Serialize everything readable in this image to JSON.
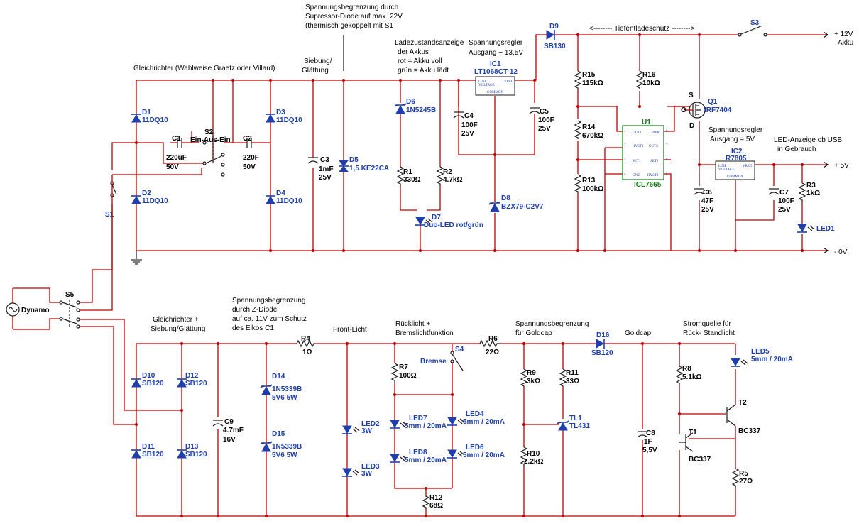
{
  "top": {
    "rail_12v": "+ 12V",
    "rail_akku": "Akku",
    "rail_5v": "+ 5V",
    "rail_0v": "- 0V",
    "gleichrichter_note": "Gleichrichter (Wahlweise Graetz oder  Villard)",
    "siebung_1": "Siebung/",
    "siebung_2": "Glättung",
    "suppressor_1": "Spannungsbegrenzung durch",
    "suppressor_2": "Supressor-Diode auf max. 22V",
    "suppressor_3": "(thermisch gekoppelt mit S1",
    "ladezustand_1": "Ladezustandsanzeige",
    "ladezustand_2": "der Akkus",
    "ladezustand_3": "rot = Akku voll",
    "ladezustand_4": "grün = Akku lädt",
    "regler_1": "Spannungsregler",
    "regler_2": "Ausgang ~ 13,5V",
    "tiefentlade": "<--------  Tiefentladeschutz  -------->",
    "regler5_1": "Spannungsregler",
    "regler5_2": "Ausgang = 5V",
    "led_usb_1": "LED-Anzeige ob USB",
    "led_usb_2": "in Gebrauch",
    "ic_line": "LINE",
    "ic_voltage": "VOLTAGE",
    "ic_vreg": "VREG",
    "ic_common": "COMMON"
  },
  "top_parts": {
    "d1": "D1",
    "d1v": "11DQ10",
    "d2": "D2",
    "d2v": "11DQ10",
    "d3": "D3",
    "d3v": "11DQ10",
    "d4": "D4",
    "d4v": "11DQ10",
    "c1": "C1",
    "c1a": "220uF",
    "c1b": "50V",
    "c2": "C2",
    "c2a": "220F",
    "c2b": "50V",
    "s2": "S2",
    "s2v": "Ein-Aus-Ein",
    "s1": "S1",
    "c3": "C3",
    "c3a": "1mF",
    "c3b": "25V",
    "d5": "D5",
    "d5v": "1,5 KE22CA",
    "d6": "D6",
    "d6v": "1N5245B",
    "r1": "R1",
    "r1v": "330Ω",
    "r2": "R2",
    "r2v": "4.7kΩ",
    "d7": "D7",
    "d7v": "Duo-LED rot/grün",
    "ic1": "IC1",
    "ic1v": "LT1068CT-12",
    "c4": "C4",
    "c4a": "100F",
    "c4b": "25V",
    "c5": "C5",
    "c5a": "100F",
    "c5b": "25V",
    "d8": "D8",
    "d8v": "BZX79-C2V7",
    "d9": "D9",
    "d9v": "SB130",
    "r15": "R15",
    "r15v": "115kΩ",
    "r14": "R14",
    "r14v": "670kΩ",
    "r13": "R13",
    "r13v": "100kΩ",
    "r16": "R16",
    "r16v": "10kΩ",
    "u1": "U1",
    "u1v": "ICL7665",
    "u1_out1": "OUT1",
    "u1_pwr": "PWR",
    "u1_hyst1": "HYST1",
    "u1_out2": "OUT2",
    "u1_set1": "SET1",
    "u1_set2": "SET2",
    "u1_gnd": "GND",
    "u1_hyst2": "HYST2",
    "pin1": "1",
    "pin2": "2",
    "pin3": "3",
    "pin4": "4",
    "pin5": "5",
    "pin6": "6",
    "pin7": "7",
    "pin8": "8",
    "q1": "Q1",
    "q1v": "IRF7404",
    "q1_s": "S",
    "q1_g": "G",
    "q1_d": "D",
    "s3": "S3",
    "ic2": "IC2",
    "ic2v": "R7805",
    "c6": "C6",
    "c6a": "47F",
    "c6b": "25V",
    "c7": "C7",
    "c7a": "100F",
    "c7b": "25V",
    "r3": "R3",
    "r3v": "1kΩ",
    "led1": "LED1"
  },
  "bottom": {
    "dynamo": "Dynamo",
    "s5": "S5",
    "gleich_1": "Gleichrichter +",
    "gleich_2": "Siebung/Glättung",
    "zbeg_1": "Spannungsbegrenzung",
    "zbeg_2": "durch Z-Diode",
    "zbeg_3": "auf ca. 11V zum Schutz",
    "zbeg_4": "des Elkos C1",
    "front": "Front-Licht",
    "rueck_1": "Rücklicht +",
    "rueck_2": "Bremslichtfunktion",
    "goldcap_beg_1": "Spannungsbegrenzung",
    "goldcap_beg_2": "für Goldcap",
    "goldcap": "Goldcap",
    "strom_1": "Stromquelle für",
    "strom_2": "Rück- Standlicht"
  },
  "bottom_parts": {
    "d10": "D10",
    "d10v": "SB120",
    "d11": "D11",
    "d11v": "SB120",
    "d12": "D12",
    "d12v": "SB120",
    "d13": "D13",
    "d13v": "SB120",
    "c9": "C9",
    "c9a": "4.7mF",
    "c9b": "16V",
    "d14": "D14",
    "d14a": "1N5339B",
    "d14b": "5V6 5W",
    "d15": "D15",
    "d15a": "1N5339B",
    "d15b": "5V6 5W",
    "r4": "R4",
    "r4v": "1Ω",
    "led2": "LED2",
    "led2v": "3W",
    "led3": "LED3",
    "led3v": "3W",
    "r7": "R7",
    "r7v": "100Ω",
    "s4": "S4",
    "s4v": "Bremse",
    "led7": "LED7",
    "led7v": "5mm / 20mA",
    "led4": "LED4",
    "led4v": "5mm / 20mA",
    "led8": "LED8",
    "led8v": "5mm / 20mA",
    "led6": "LED6",
    "led6v": "5mm / 20mA",
    "r12": "R12",
    "r12v": "68Ω",
    "r6": "R6",
    "r6v": "22Ω",
    "r9": "R9",
    "r9v": "3kΩ",
    "r11": "R11",
    "r11v": "33Ω",
    "tl1": "TL1",
    "tl1v": "TL431",
    "r10": "R10",
    "r10v": "2.2kΩ",
    "d16": "D16",
    "d16v": "SB120",
    "c8": "C8",
    "c8a": "1F",
    "c8b": "5,5V",
    "r8": "R8",
    "r8v": "5.1kΩ",
    "t1": "T1",
    "t1v": "BC337",
    "t2": "T2",
    "t2v": "BC337",
    "r5": "R5",
    "r5v": "27Ω",
    "led5": "LED5",
    "led5v": "5mm / 20mA"
  }
}
